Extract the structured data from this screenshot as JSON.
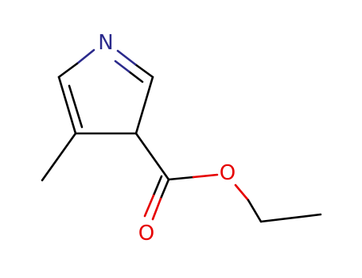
{
  "molecule": {
    "atoms": [
      {
        "id": "N1",
        "label": "N",
        "color": "#2b2a8c"
      },
      {
        "id": "O_carbonyl",
        "label": "O",
        "color": "#e60000"
      },
      {
        "id": "O_ester",
        "label": "O",
        "color": "#e60000"
      }
    ],
    "colors": {
      "bond": "#000000",
      "nitrogen": "#2b2a8c",
      "oxygen": "#e60000"
    }
  }
}
